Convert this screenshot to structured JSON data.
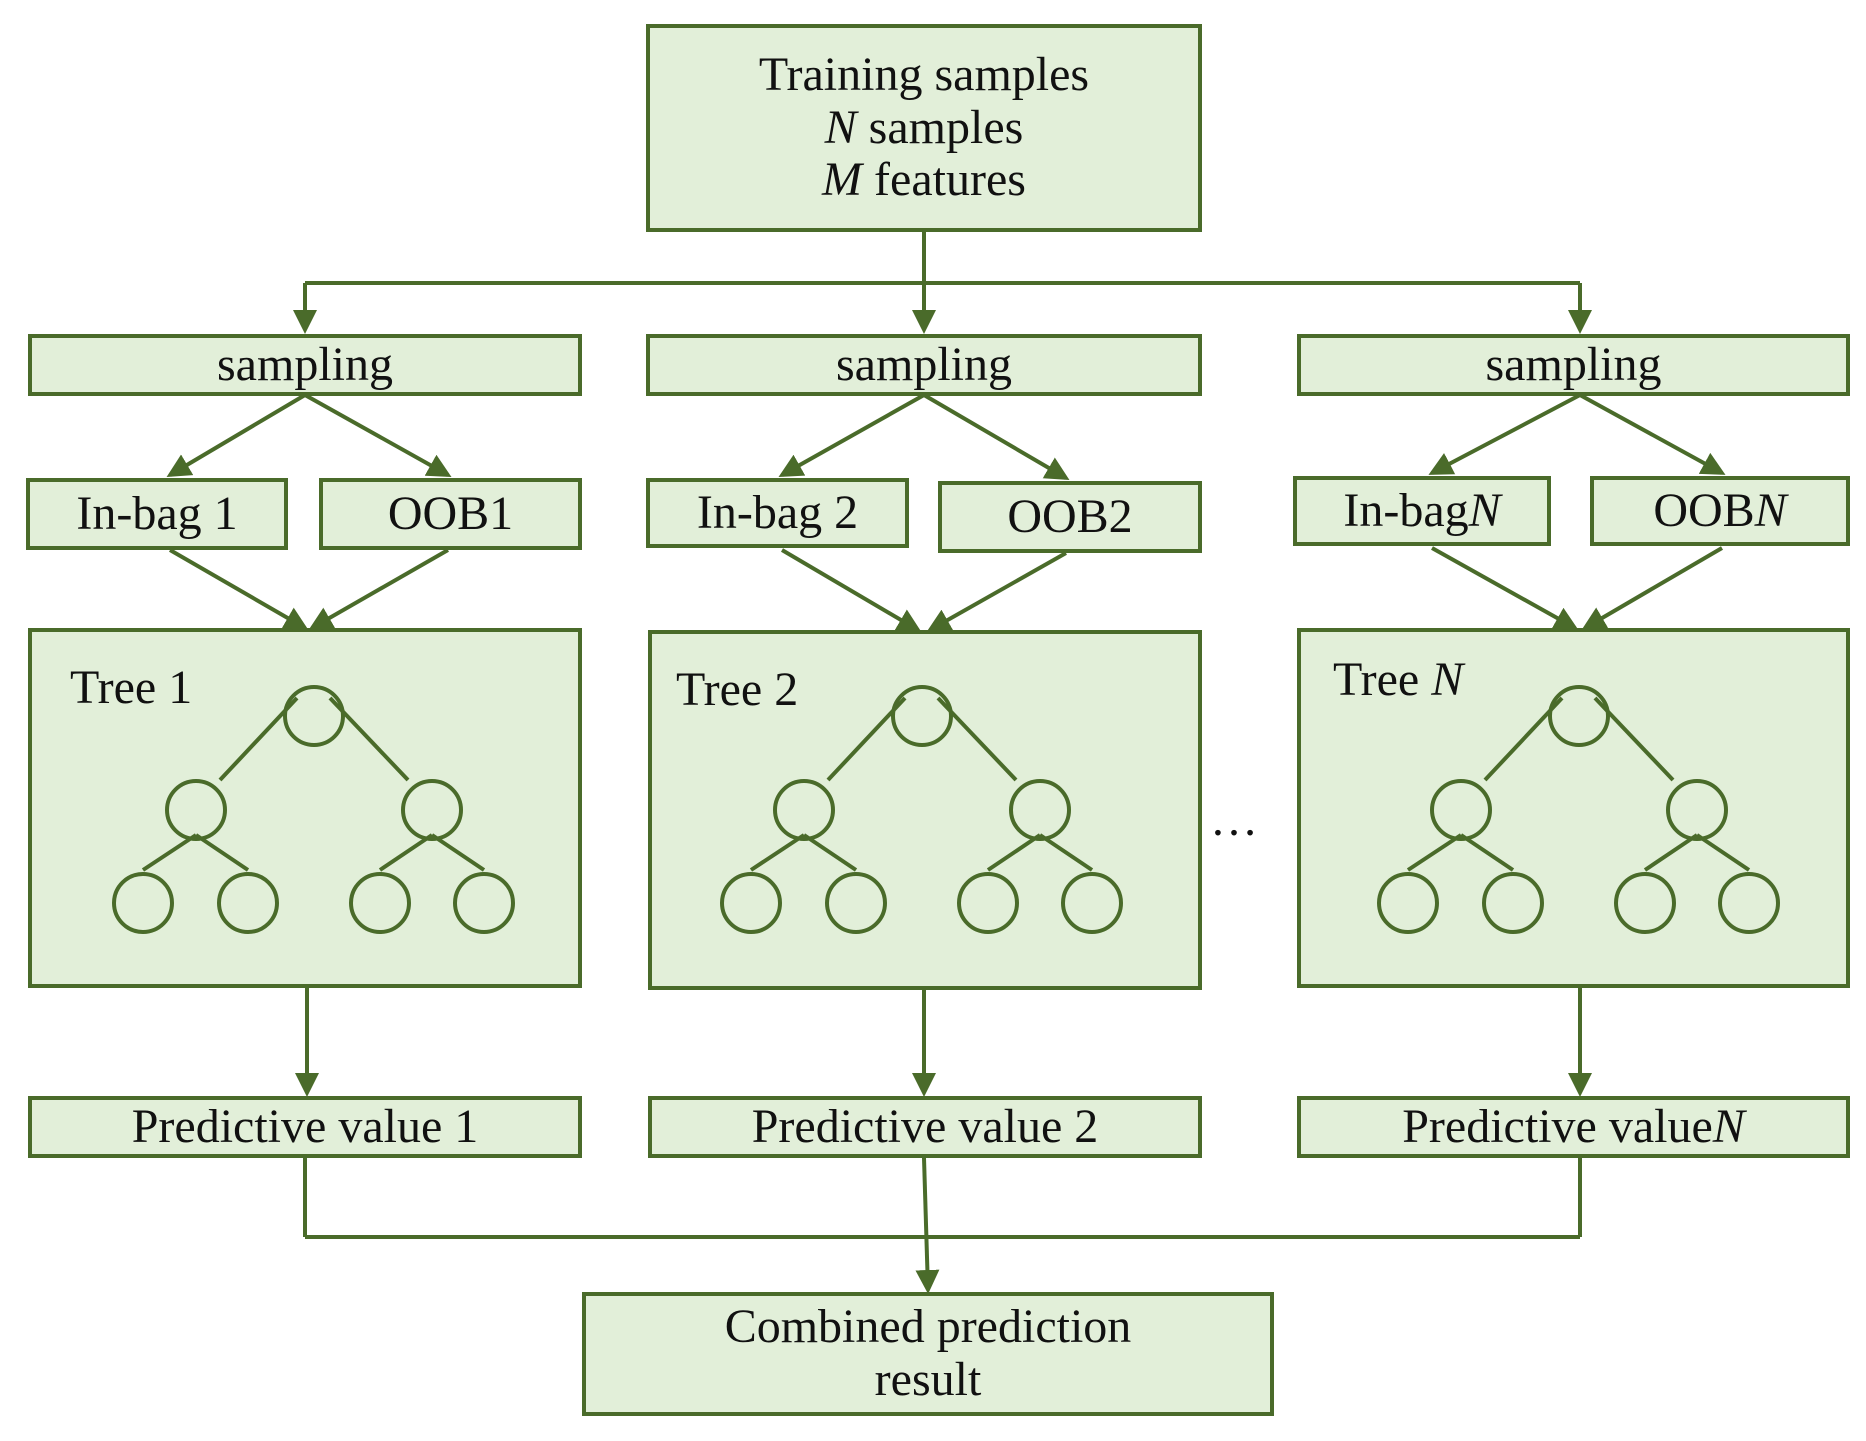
{
  "training": {
    "line1": "Training samples",
    "n_var": "N",
    "line2_rest": " samples",
    "m_var": "M",
    "line3_rest": " features"
  },
  "columns": [
    {
      "sampling": "sampling",
      "inbag": "In-bag 1",
      "inbag_var": "",
      "oob": "OOB1",
      "oob_var": "",
      "tree": "Tree 1",
      "tree_var": "",
      "pred": "Predictive value 1",
      "pred_var": ""
    },
    {
      "sampling": "sampling",
      "inbag": "In-bag 2",
      "inbag_var": "",
      "oob": "OOB2",
      "oob_var": "",
      "tree": "Tree 2",
      "tree_var": "",
      "pred": "Predictive value 2",
      "pred_var": ""
    },
    {
      "sampling": "sampling",
      "inbag": "In-bag ",
      "inbag_var": "N",
      "oob": "OOB",
      "oob_var": "N",
      "tree": "Tree ",
      "tree_var": "N",
      "pred": "Predictive value ",
      "pred_var": "N"
    }
  ],
  "ellipsis": "…",
  "combined": {
    "line1": "Combined prediction",
    "line2": "result"
  },
  "colors": {
    "stroke": "#4a6b2a",
    "fill": "#e2efd9"
  }
}
